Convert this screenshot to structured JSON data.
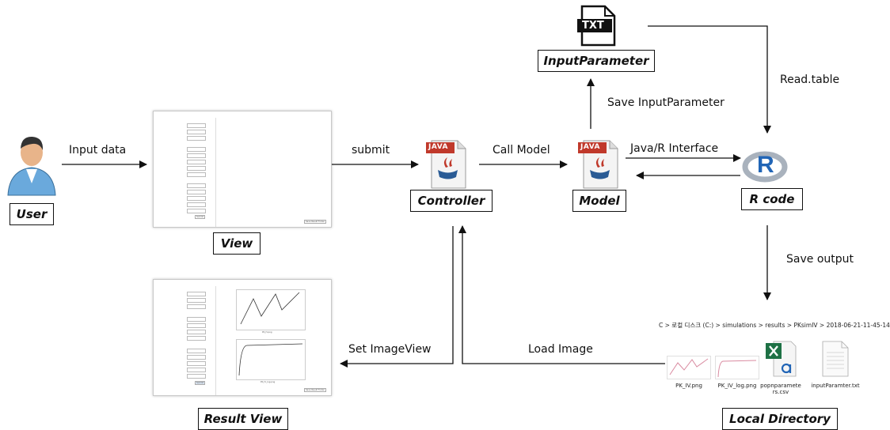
{
  "nodes": {
    "user": "User",
    "view": "View",
    "result_view": "Result View",
    "controller": "Controller",
    "model": "Model",
    "input_parameter": "InputParameter",
    "r_code": "R code",
    "local_directory": "Local Directory"
  },
  "edges": {
    "input_data": "Input data",
    "submit": "submit",
    "call_model": "Call Model",
    "java_r_interface": "Java/R Interface",
    "save_input_parameter": "Save InputParameter",
    "read_table": "Read.table",
    "save_output": "Save output",
    "load_image": "Load Image",
    "set_image_view": "Set ImageView"
  },
  "icons": {
    "txt_badge": "TXT",
    "java_badge": "JAVA",
    "r_logo": "R"
  },
  "directory": {
    "breadcrumb": "C  >  로컬 디스크 (C:)  >  simulations  >  results  >  PKsimIV  >  2018-06-21-11-45-14",
    "files": [
      "PK_IV.png",
      "PK_IV_log.png",
      "popnparameters.csv",
      "inputParamter.txt"
    ]
  },
  "screens": {
    "plot1_caption": "PK_IV.png",
    "plot2_caption": "PK_IV_log.png",
    "form_button": "Submit",
    "save_button": "Save Result Folder"
  },
  "colors": {
    "line": "#111111",
    "java_red": "#c0392b",
    "r_blue": "#2165b6",
    "excel_green": "#1e7145"
  }
}
